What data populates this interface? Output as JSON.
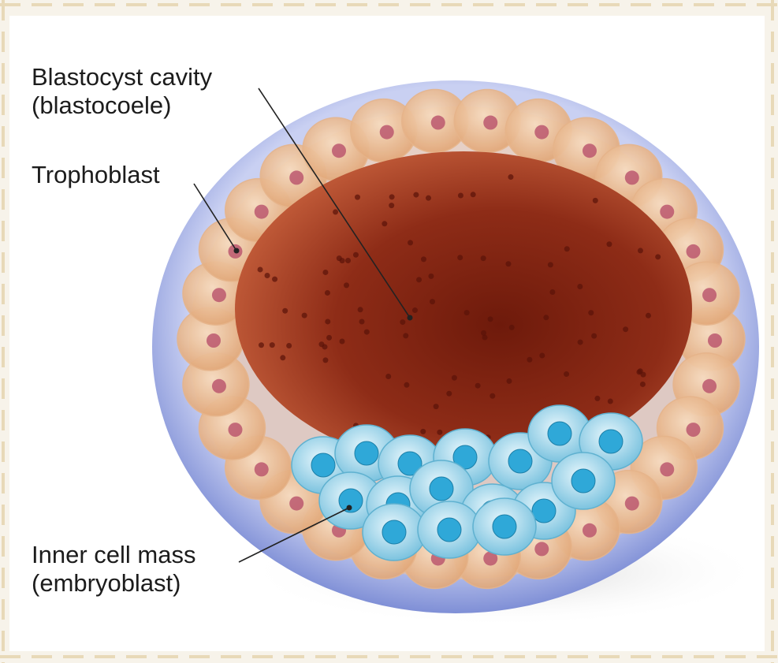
{
  "labels": {
    "cavity_line1": "Blastocyst cavity",
    "cavity_line2": "(blastocoele)",
    "trophoblast": "Trophoblast",
    "icm_line1": "Inner cell mass",
    "icm_line2": "(embryoblast)"
  },
  "colors": {
    "zona": "#9aa8e2",
    "trophoblast_cell": "#f1c9a0",
    "cavity": "#8e2c17",
    "inner_cell": "#8fd0e8",
    "inner_nucleus": "#2fa8d8",
    "border": "#e8d9b8"
  }
}
